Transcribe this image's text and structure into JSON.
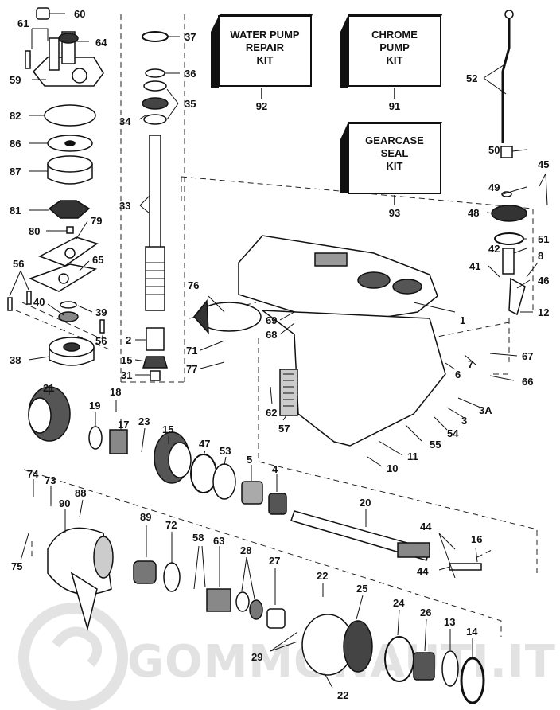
{
  "kits": {
    "water_pump": {
      "line1": "WATER PUMP",
      "line2": "REPAIR",
      "line3": "KIT",
      "number": "92"
    },
    "chrome_pump": {
      "line1": "CHROME",
      "line2": "PUMP",
      "line3": "KIT",
      "number": "91"
    },
    "gearcase_seal": {
      "line1": "GEARCASE",
      "line2": "SEAL",
      "line3": "KIT",
      "number": "93"
    }
  },
  "callouts": {
    "c60": "60",
    "c61": "61",
    "c64": "64",
    "c59": "59",
    "c37": "37",
    "c36": "36",
    "c35": "35",
    "c34": "34",
    "c82": "82",
    "c86": "86",
    "c87": "87",
    "c33": "33",
    "c81": "81",
    "c79": "79",
    "c80": "80",
    "c65": "65",
    "c56a": "56",
    "c40": "40",
    "c39": "39",
    "c56b": "56",
    "c38": "38",
    "c2": "2",
    "c15a": "15",
    "c31": "31",
    "c76": "76",
    "c69": "69",
    "c68": "68",
    "c71": "71",
    "c77": "77",
    "c52": "52",
    "c50": "50",
    "c45": "45",
    "c49": "49",
    "c48": "48",
    "c51": "51",
    "c42": "42",
    "c8": "8",
    "c41": "41",
    "c46": "46",
    "c12": "12",
    "c1": "1",
    "c67": "67",
    "c7": "7",
    "c6": "6",
    "c66": "66",
    "c62": "62",
    "c57": "57",
    "c3a": "3A",
    "c3": "3",
    "c54": "54",
    "c55": "55",
    "c11": "11",
    "c10": "10",
    "c21": "21",
    "c18": "18",
    "c19": "19",
    "c17": "17",
    "c23": "23",
    "c15b": "15",
    "c47": "47",
    "c53": "53",
    "c5": "5",
    "c4": "4",
    "c20": "20",
    "c74": "74",
    "c73": "73",
    "c88": "88",
    "c90": "90",
    "c75": "75",
    "c89": "89",
    "c72": "72",
    "c58": "58",
    "c63": "63",
    "c28": "28",
    "c27": "27",
    "c44a": "44",
    "c16": "16",
    "c44b": "44",
    "c22a": "22",
    "c25": "25",
    "c24": "24",
    "c26": "26",
    "c13": "13",
    "c14": "14",
    "c29": "29",
    "c22b": "22"
  },
  "watermark": {
    "text": "GOMMONAUTI.IT"
  }
}
